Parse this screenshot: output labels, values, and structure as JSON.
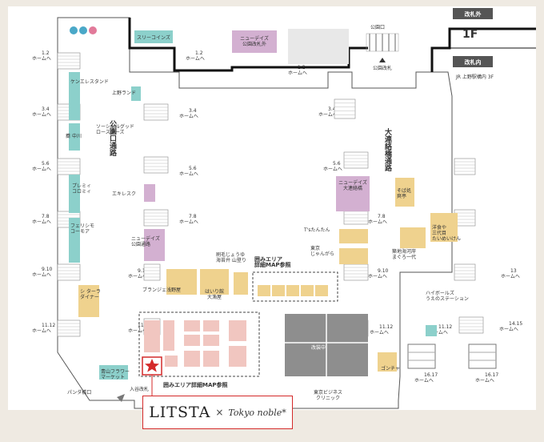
{
  "floor_header": {
    "outside_gate": "改札外",
    "floor": "1F",
    "inside_gate": "改札内",
    "station_level": "JR 上野駅構内 3F"
  },
  "gates": {
    "park_exit": "公園口",
    "park_gate": "公園改札",
    "panda_bridge": "パンダ橋口",
    "iriya_gate": "入谷改札"
  },
  "platform_label_to": "ホームへ",
  "platforms": [
    "1.2",
    "1.2",
    "1.2",
    "3.4",
    "3.4",
    "3.4",
    "5.6",
    "5.6",
    "5.6",
    "7.8",
    "7.8",
    "7.8",
    "9.10",
    "9.10",
    "9.10",
    "11.12",
    "11.12",
    "11.12",
    "11.12",
    "13",
    "14.15",
    "16.17",
    "16.17"
  ],
  "corridors": {
    "park_corridor": "公園口通路",
    "ohrenbashi_corridor": "大連絡橋通路"
  },
  "shops": {
    "sleep_coins": "スリーコインズ",
    "newdays_park_outside": "ニューデイズ\n公園改札外",
    "ken_stand": "ケンエレスタンド",
    "ueno_land": "上野ランド",
    "social_good": "ソーシャルグッド\nロースターズ",
    "soba": "蕎 中川",
    "premium_colomi": "プレミィ\nコロミィ",
    "ekilesk": "エキレスク",
    "newdays_park": "ニューデイズ\n公園通路",
    "ferissimo": "フェリシモ\nコーモア",
    "sylvain": "シ ターラ\nダイナー",
    "aoyama_flower": "青山フラワー\nマーケット",
    "brangier": "ブランジェ浅野屋",
    "hanjaku": "はいり館\n大漁屋",
    "haike": "刷毛じょうゆ\n海苔弁 山登り",
    "kakomi2": "囲みエリア\n詳細MAP参照",
    "kakomi1": "囲みエリア詳細MAP参照",
    "newdays_ohren": "ニューデイズ\n大連絡橋",
    "soba_ichi": "そば処\n爽亭",
    "ts_tantan": "T'sたんたん",
    "tokyo_jangara": "東京\nじゃんがら",
    "hokkaido_maguro": "築地海河岸\nまぐろ一代",
    "western_three": "洋食や\n三代目\nたいめいけん",
    "highballs": "ハイボールズ\nうえのステーション",
    "renovation": "改装中",
    "gonchar": "ゴンチャ",
    "tokyo_clinic": "東京ビジネス\nクリニック"
  },
  "logo": {
    "brand": "LITSTA",
    "times": "×",
    "partner": "Tokyo noble*"
  },
  "colors": {
    "teal": "#8cd0cb",
    "pink": "#d3b0d1",
    "yellow": "#efd28e",
    "salmon": "#f1c6c0",
    "gray": "#8e8e8e",
    "highlight": "#d42a2a"
  }
}
